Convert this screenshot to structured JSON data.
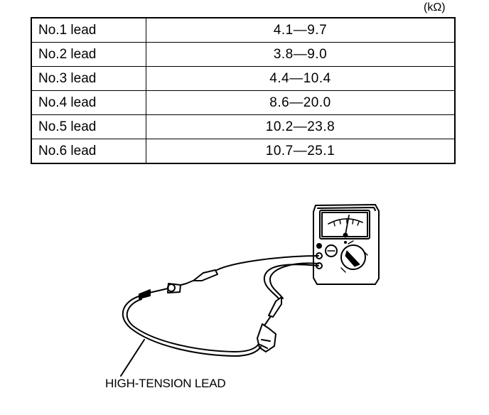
{
  "unit_label": "(kΩ)",
  "resistance_table": [
    {
      "lead": "No.1 lead",
      "range": "4.1—9.7"
    },
    {
      "lead": "No.2 lead",
      "range": "3.8—9.0"
    },
    {
      "lead": "No.3 lead",
      "range": "4.4—10.4"
    },
    {
      "lead": "No.4 lead",
      "range": "8.6—20.0"
    },
    {
      "lead": "No.5 lead",
      "range": "10.2—23.8"
    },
    {
      "lead": "No.6 lead",
      "range": "10.7—25.1"
    }
  ],
  "diagram": {
    "caption": "HIGH-TENSION LEAD"
  }
}
